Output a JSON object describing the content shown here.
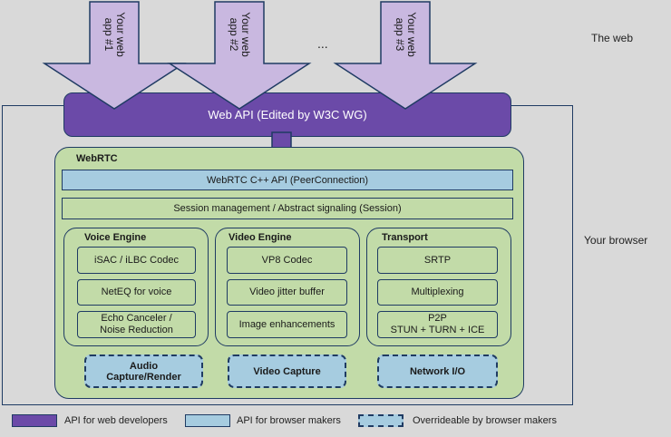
{
  "apps": [
    {
      "label": "Your web\napp #1"
    },
    {
      "label": "Your web\napp #2"
    },
    {
      "label": "Your web\napp #3"
    }
  ],
  "apps_ellipsis": "...",
  "labels": {
    "the_web": "The web",
    "your_browser": "Your browser"
  },
  "web_api": "Web API (Edited by W3C WG)",
  "webrtc": {
    "title": "WebRTC",
    "cpp_api": "WebRTC C++ API (PeerConnection)",
    "session": "Session management / Abstract signaling (Session)"
  },
  "engines": {
    "voice": {
      "title": "Voice Engine",
      "items": [
        "iSAC / iLBC Codec",
        "NetEQ for voice",
        "Echo Canceler /\nNoise Reduction"
      ],
      "capture": "Audio\nCapture/Render"
    },
    "video": {
      "title": "Video Engine",
      "items": [
        "VP8 Codec",
        "Video jitter buffer",
        "Image enhancements"
      ],
      "capture": "Video Capture"
    },
    "transport": {
      "title": "Transport",
      "items": [
        "SRTP",
        "Multiplexing",
        "P2P\nSTUN + TURN + ICE"
      ],
      "capture": "Network I/O"
    }
  },
  "legend": [
    {
      "label": "API for web developers",
      "color": "#6b4aa8"
    },
    {
      "label": "API for browser makers",
      "color": "#a6cce0"
    },
    {
      "label": "Overrideable by browser makers",
      "color": "#a6cce0"
    }
  ],
  "colors": {
    "web_api": "#6b4aa8",
    "browser_api": "#a6cce0",
    "webrtc_fill": "#c2dba8",
    "arrow_fill": "#c9b8e0",
    "outline": "#1f3b63",
    "background": "#d9d9d9"
  }
}
